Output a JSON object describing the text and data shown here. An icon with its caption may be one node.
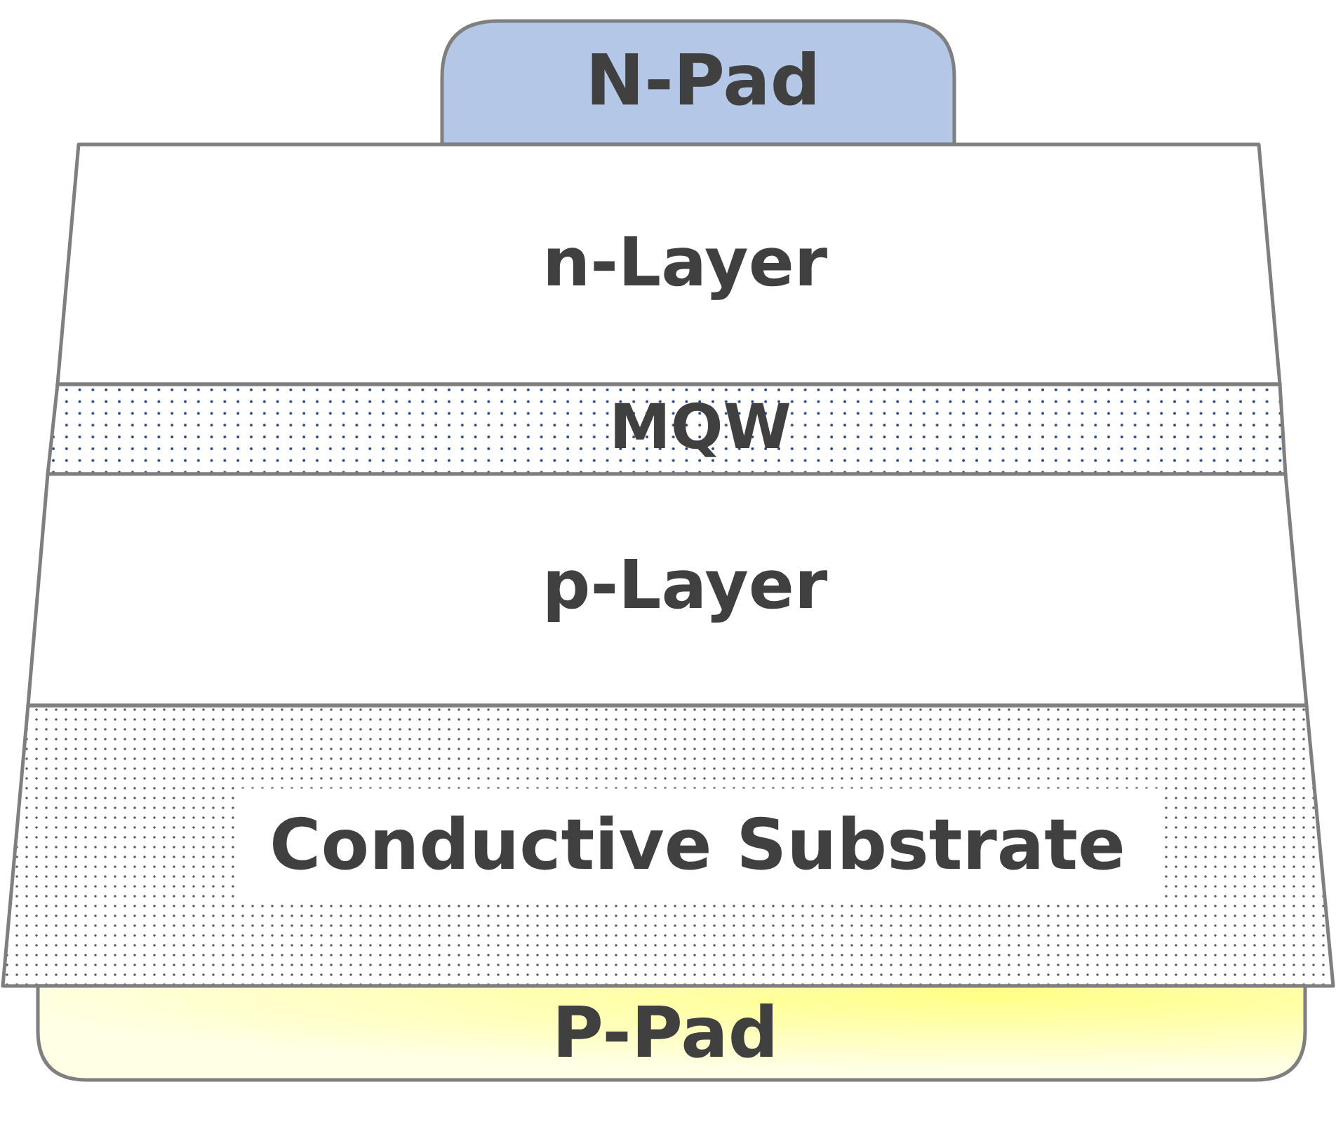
{
  "diagram": {
    "nodes": [
      {
        "text": [
          "N-Pad"
        ]
      },
      {
        "text": [
          "n-Layer"
        ]
      },
      {
        "text": [
          "MQW"
        ]
      },
      {
        "text": [
          "p-Layer"
        ]
      },
      {
        "text": [
          "Conductive Substrate"
        ]
      },
      {
        "text": [
          "P-Pad"
        ]
      }
    ]
  }
}
